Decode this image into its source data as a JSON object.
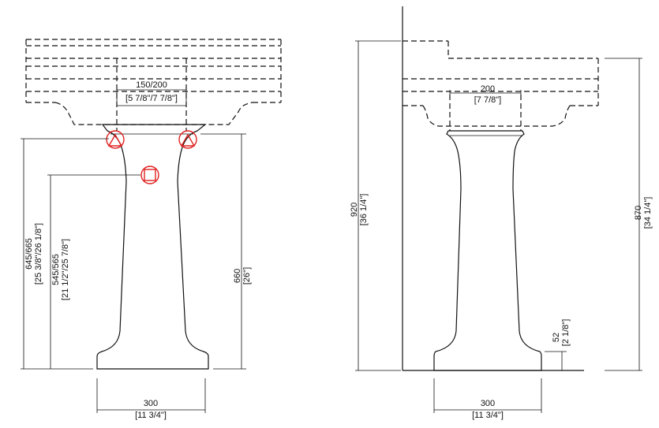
{
  "front_view": {
    "faucet_spread": "150/200",
    "faucet_spread_in": "[5 7/8\"/7 7/8\"]",
    "supply_height": "645/665",
    "supply_height_in": "[25 3/8\"/26 1/8\"]",
    "drain_height": "545/565",
    "drain_height_in": "[21 1/2\"/25 7/8\"]",
    "rim_height": "660",
    "rim_height_in": "[26\"]",
    "base_width": "300",
    "base_width_in": "[11 3/4\"]"
  },
  "side_view": {
    "pedestal_depth": "200",
    "pedestal_depth_in": "[7 7/8\"]",
    "overall_height": "920",
    "overall_height_in": "[36 1/4\"]",
    "basin_height": "870",
    "basin_height_in": "[34 1/4\"]",
    "base_height": "52",
    "base_height_in": "[2 1/8\"]",
    "base_width": "300",
    "base_width_in": "[11 3/4\"]"
  },
  "colors": {
    "line": "#111111",
    "marker": "#e02020"
  },
  "icons": [
    "supply-valve-icon",
    "drain-outlet-icon"
  ]
}
